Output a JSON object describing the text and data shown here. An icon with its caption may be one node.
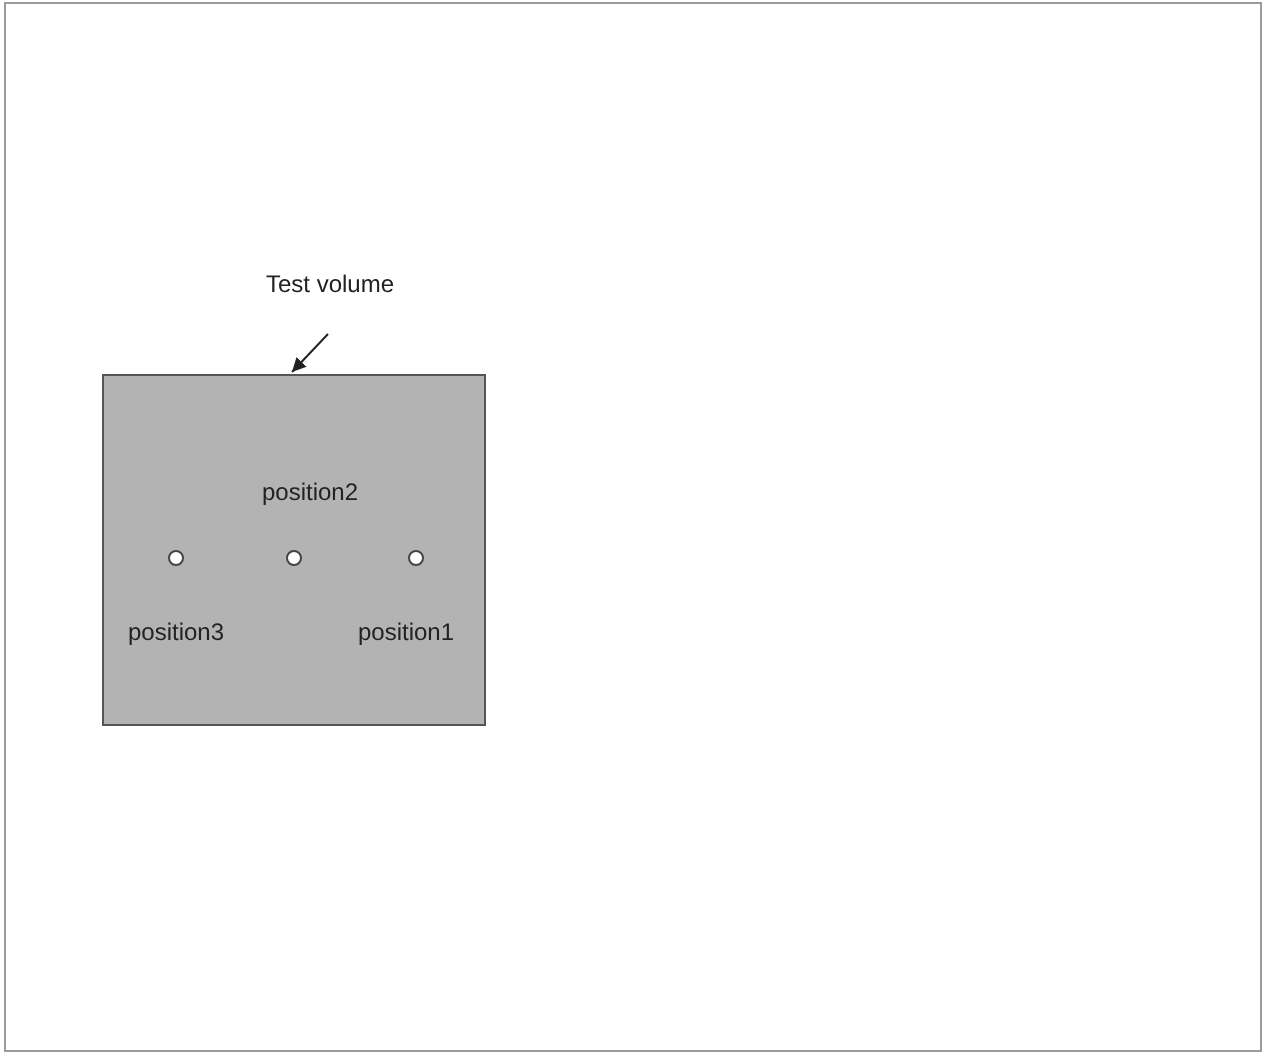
{
  "diagram": {
    "nodes": [
      {
        "text": [
          "Test volume"
        ]
      },
      {
        "text": [],
        "shape": "box"
      }
    ],
    "edges": [
      {
        "from": 0,
        "to": 1,
        "arrow": "to"
      }
    ],
    "labels": [
      "position2",
      "position3",
      "position1"
    ]
  }
}
